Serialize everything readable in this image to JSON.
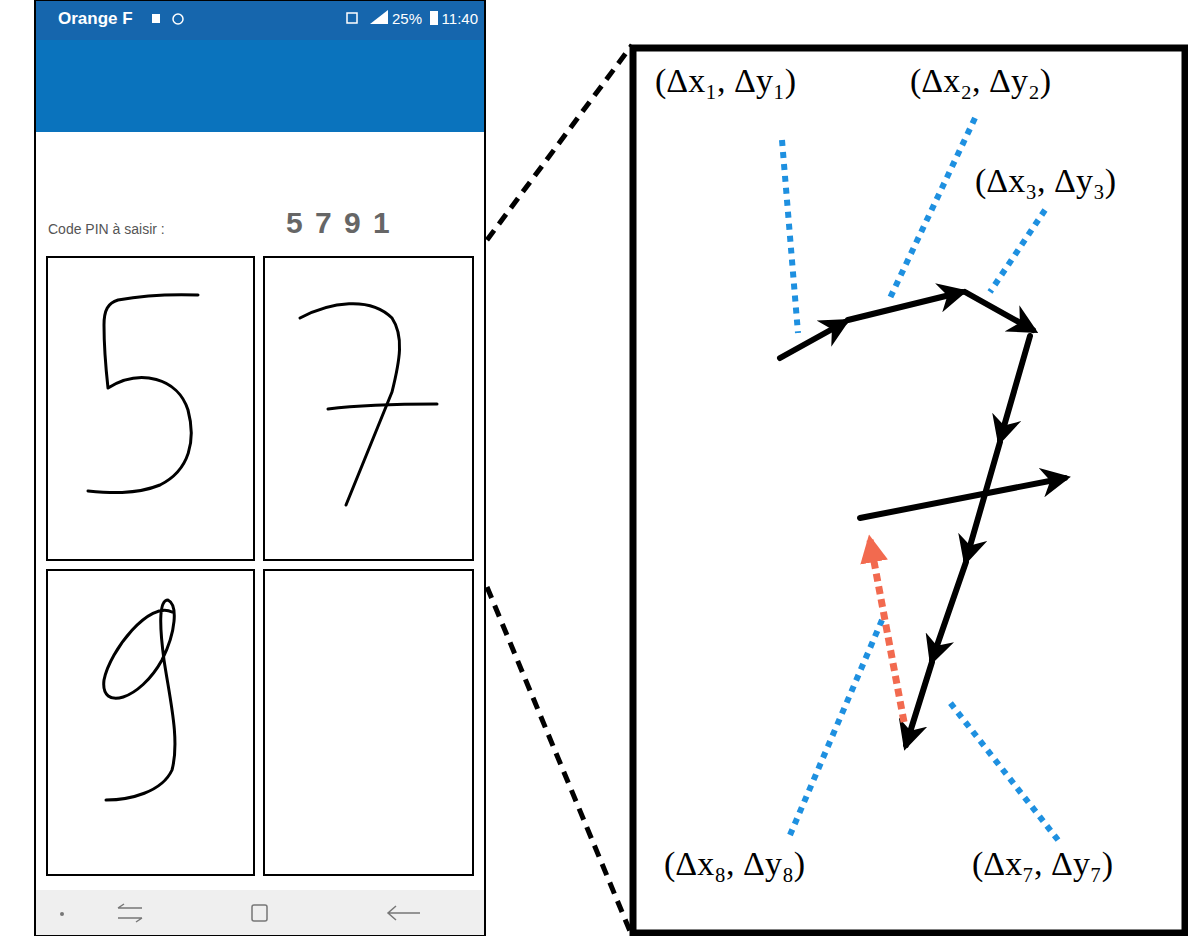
{
  "diagram": {
    "labels": [
      "Orange F",
      "25%",
      "11:40",
      "Code PIN à saisir :",
      "5 7 9 1",
      "(Δx₁, Δy₁)",
      "(Δx₂, Δy₂)",
      "(Δx₃, Δy₃)",
      "(Δx₈, Δy₈)",
      "(Δx₇, Δy₇)"
    ]
  }
}
